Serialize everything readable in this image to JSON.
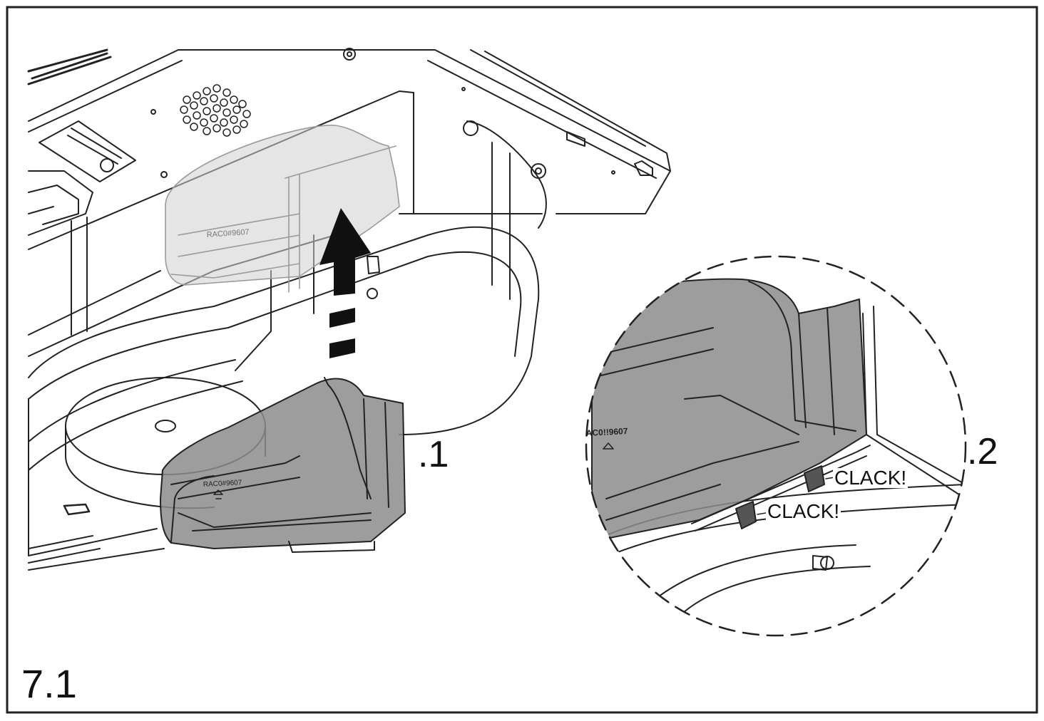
{
  "figure": {
    "number": "7.1",
    "steps": [
      ".1",
      ".2"
    ],
    "callouts": [
      "CLACK!",
      "CLACK!"
    ],
    "part_code": "RAC0#9607",
    "part_code_detail": "AC0!!9607"
  },
  "colors": {
    "line": "#222222",
    "part_fill": "#8c8c8c",
    "part_fill_ghost": "#cfcfcf",
    "arrow": "#111111",
    "latch": "#555555"
  },
  "icons": [
    "up-arrow-icon",
    "recycle-icon"
  ]
}
